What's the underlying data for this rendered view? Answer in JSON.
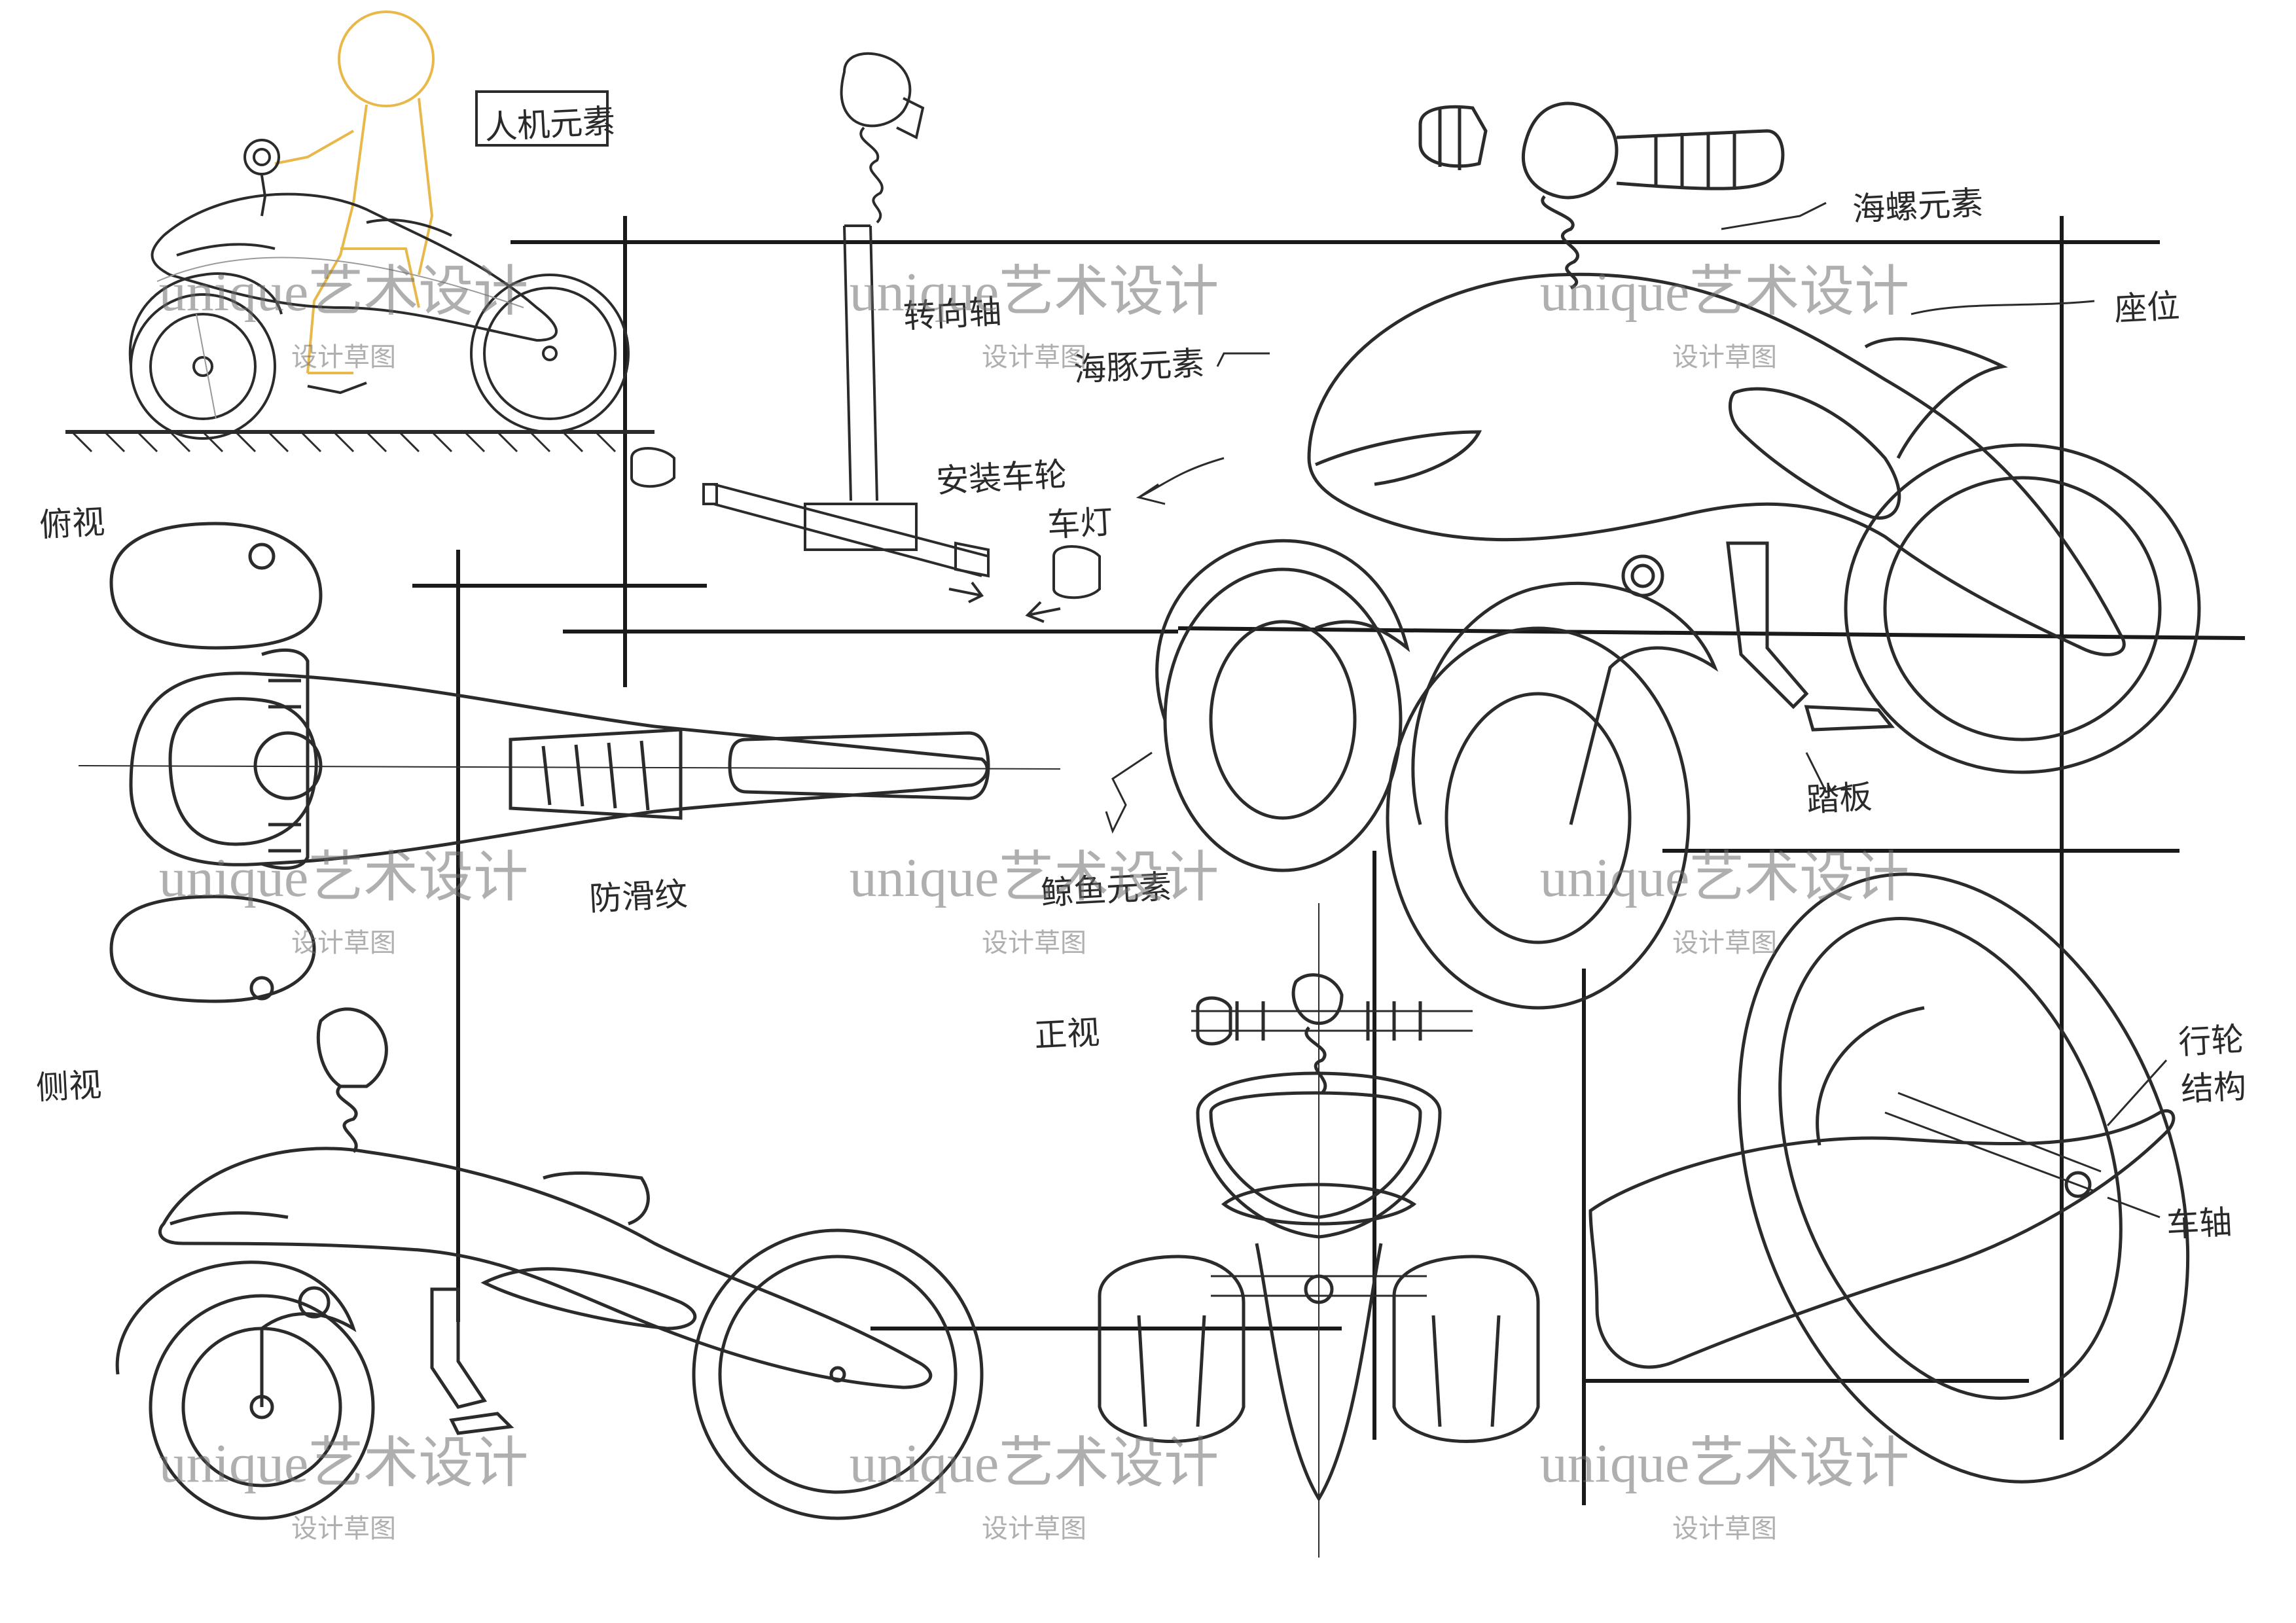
{
  "annotations": {
    "ergonomics": "人机元素",
    "conch": "海螺元素",
    "seat": "座位",
    "handlebar_axis": "转向轴",
    "marine_element": "海豚元素",
    "install_wheel": "安装车轮",
    "headlight": "车灯",
    "pedal": "踏板",
    "top_view": "俯视",
    "anti_slip": "防滑纹",
    "structure_element": "鲸鱼元素",
    "front_view": "正视",
    "side_view": "侧视",
    "wheel_structure": "行轮结构",
    "axle": "车轴"
  },
  "watermark": {
    "main": "unique艺术设计",
    "sub": "设计草图"
  },
  "colors": {
    "ink": "#2b2b2b",
    "construction": "#9a9a9a",
    "figure": "#e8b84a",
    "frame": "#1a1a1a",
    "watermark": "#6e6e6e"
  }
}
